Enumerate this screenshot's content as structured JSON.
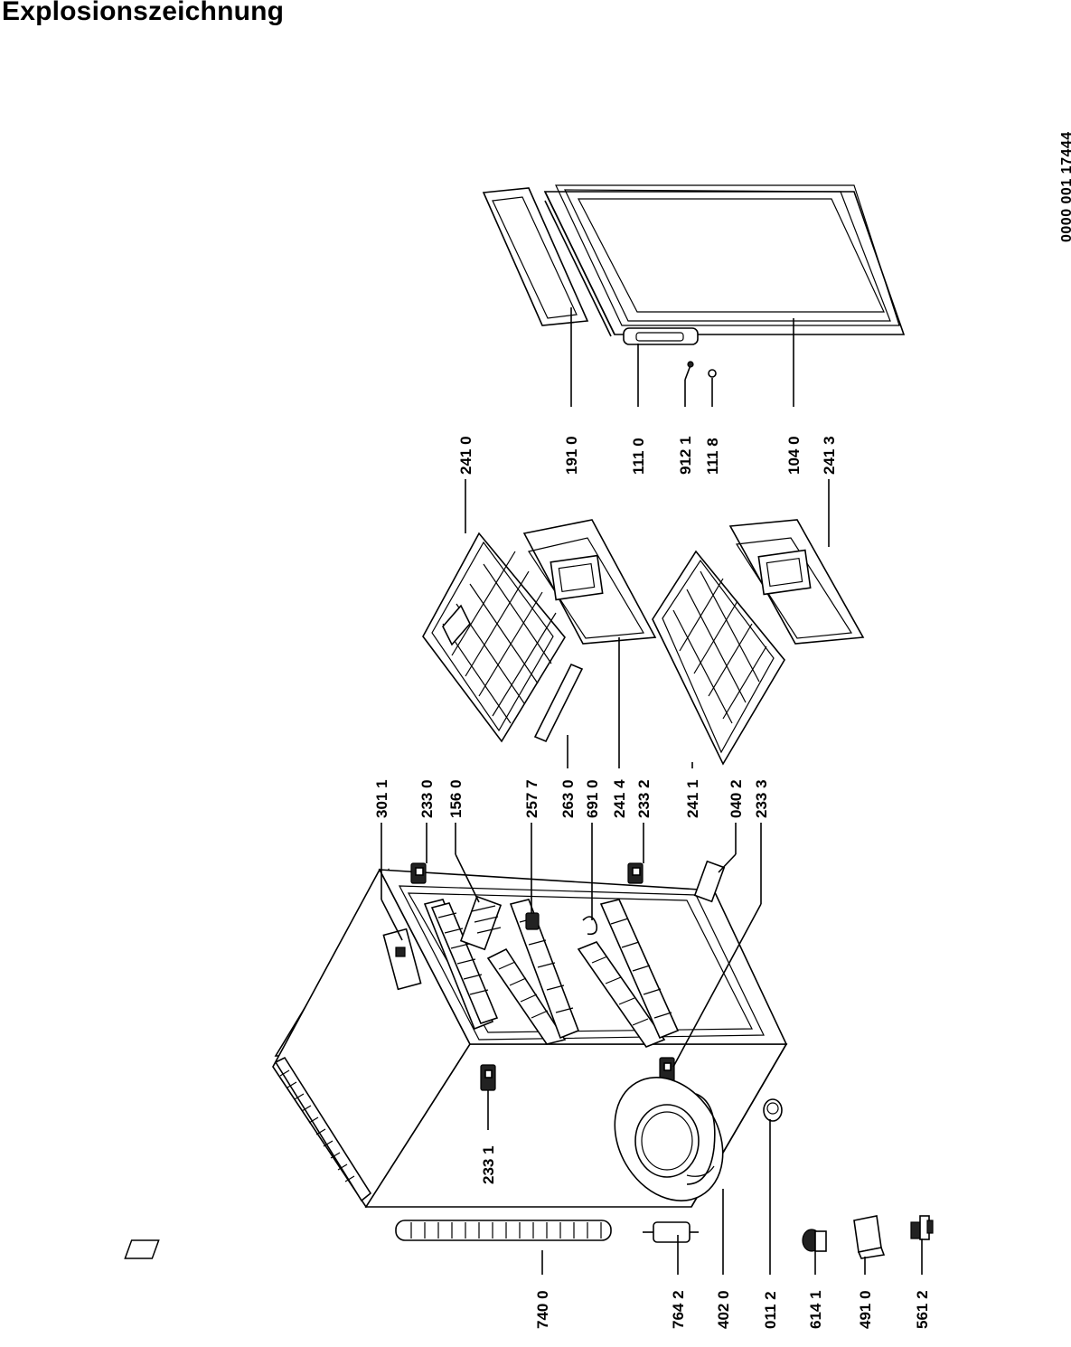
{
  "title": "Explosionszeichnung",
  "doc_code": "0000  001 17444",
  "part_labels": {
    "p7400": "740 0",
    "p7642": "764 2",
    "p4020": "402 0",
    "p0112": "011 2",
    "p6141": "614 1",
    "p4910": "491 0",
    "p5612": "561 2",
    "p2331": "233 1",
    "p3011": "301 1",
    "p2330": "233 0",
    "p1560": "156 0",
    "p2577": "257 7",
    "p2630": "263 0",
    "p6910": "691 0",
    "p2414": "241 4",
    "p2332": "233 2",
    "p2411": "241 1",
    "p0402": "040 2",
    "p2333": "233 3",
    "p2410": "241 0",
    "p1910": "191 0",
    "p1110": "111 0",
    "p9121": "912 1",
    "p1118": "111 8",
    "p1040": "104 0",
    "p2413": "241 3"
  }
}
